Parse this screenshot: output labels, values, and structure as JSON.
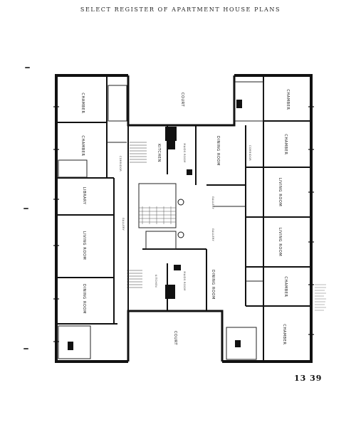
{
  "header": {
    "title": "SELECT REGISTER OF APARTMENT HOUSE PLANS"
  },
  "page_number": "13 39",
  "rooms": {
    "chamber_nw": "CHAMBER",
    "chamber_w2": "CHAMBER",
    "library_w": "LIBRARY",
    "living_room_w": "LIVING ROOM",
    "dining_room_w": "DINING ROOM",
    "kitchen_nw": "KITCHEN",
    "maids_room_n": "MAIDS ROOM",
    "dining_room_n": "DINING ROOM",
    "court_n": "COURT",
    "court_s": "COURT",
    "chamber_ne": "CHAMBER",
    "chamber_e2": "CHAMBER",
    "living_room_e": "LIVING ROOM",
    "living_room_e2": "LIVING ROOM",
    "chamber_e3": "CHAMBER",
    "chamber_se": "CHAMBER",
    "gallery_w": "GALLERY",
    "gallery_c": "GALLERY",
    "gallery_c2": "GALLERY",
    "kitchen_s": "KITCHEN",
    "maids_room_s": "MAIDS ROOM",
    "dining_room_s": "DINING ROOM",
    "corridor_e": "CORRIDOR",
    "corridor_w": "CORRIDOR"
  }
}
